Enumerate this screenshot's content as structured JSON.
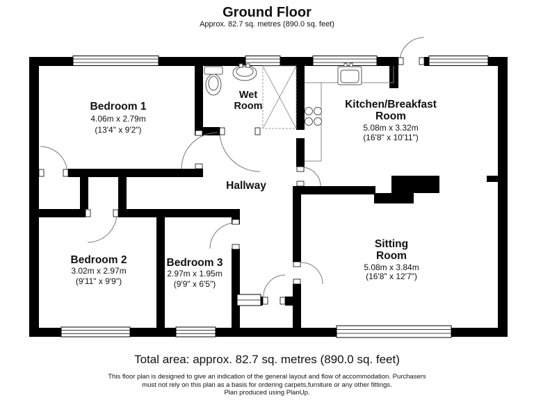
{
  "header": {
    "title": "Ground Floor",
    "subtitle": "Approx. 82.7 sq. metres (890.0 sq. feet)"
  },
  "rooms": {
    "bedroom1": {
      "name": "Bedroom 1",
      "metric": "4.06m x 2.79m",
      "imperial": "(13'4\" x 9'2\")"
    },
    "wetroom": {
      "name_line1": "Wet",
      "name_line2": "Room"
    },
    "kitchen": {
      "name_line1": "Kitchen/Breakfast",
      "name_line2": "Room",
      "metric": "5.08m x 3.32m",
      "imperial": "(16'8\" x 10'11\")"
    },
    "hallway": {
      "name": "Hallway"
    },
    "bedroom2": {
      "name": "Bedroom 2",
      "metric": "3.02m x 2.97m",
      "imperial": "(9'11\" x 9'9\")"
    },
    "bedroom3": {
      "name": "Bedroom 3",
      "metric": "2.97m x 1.95m",
      "imperial": "(9'9\" x 6'5\")"
    },
    "sitting": {
      "name_line1": "Sitting",
      "name_line2": "Room",
      "metric": "5.08m x 3.84m",
      "imperial": "(16'8\" x 12'7\")"
    }
  },
  "footer": {
    "total": "Total area: approx. 82.7 sq. metres (890.0 sq. feet)",
    "disclaimer1": "This floor plan is designed to give an indication of the general layout and flow of accommodation. Purchasers",
    "disclaimer2": "must not rely on this plan as a basis for ordering carpets,furniture or any other fittings.",
    "disclaimer3": "Plan produced using PlanUp."
  },
  "colors": {
    "wall": "#000000",
    "background": "#ffffff"
  }
}
